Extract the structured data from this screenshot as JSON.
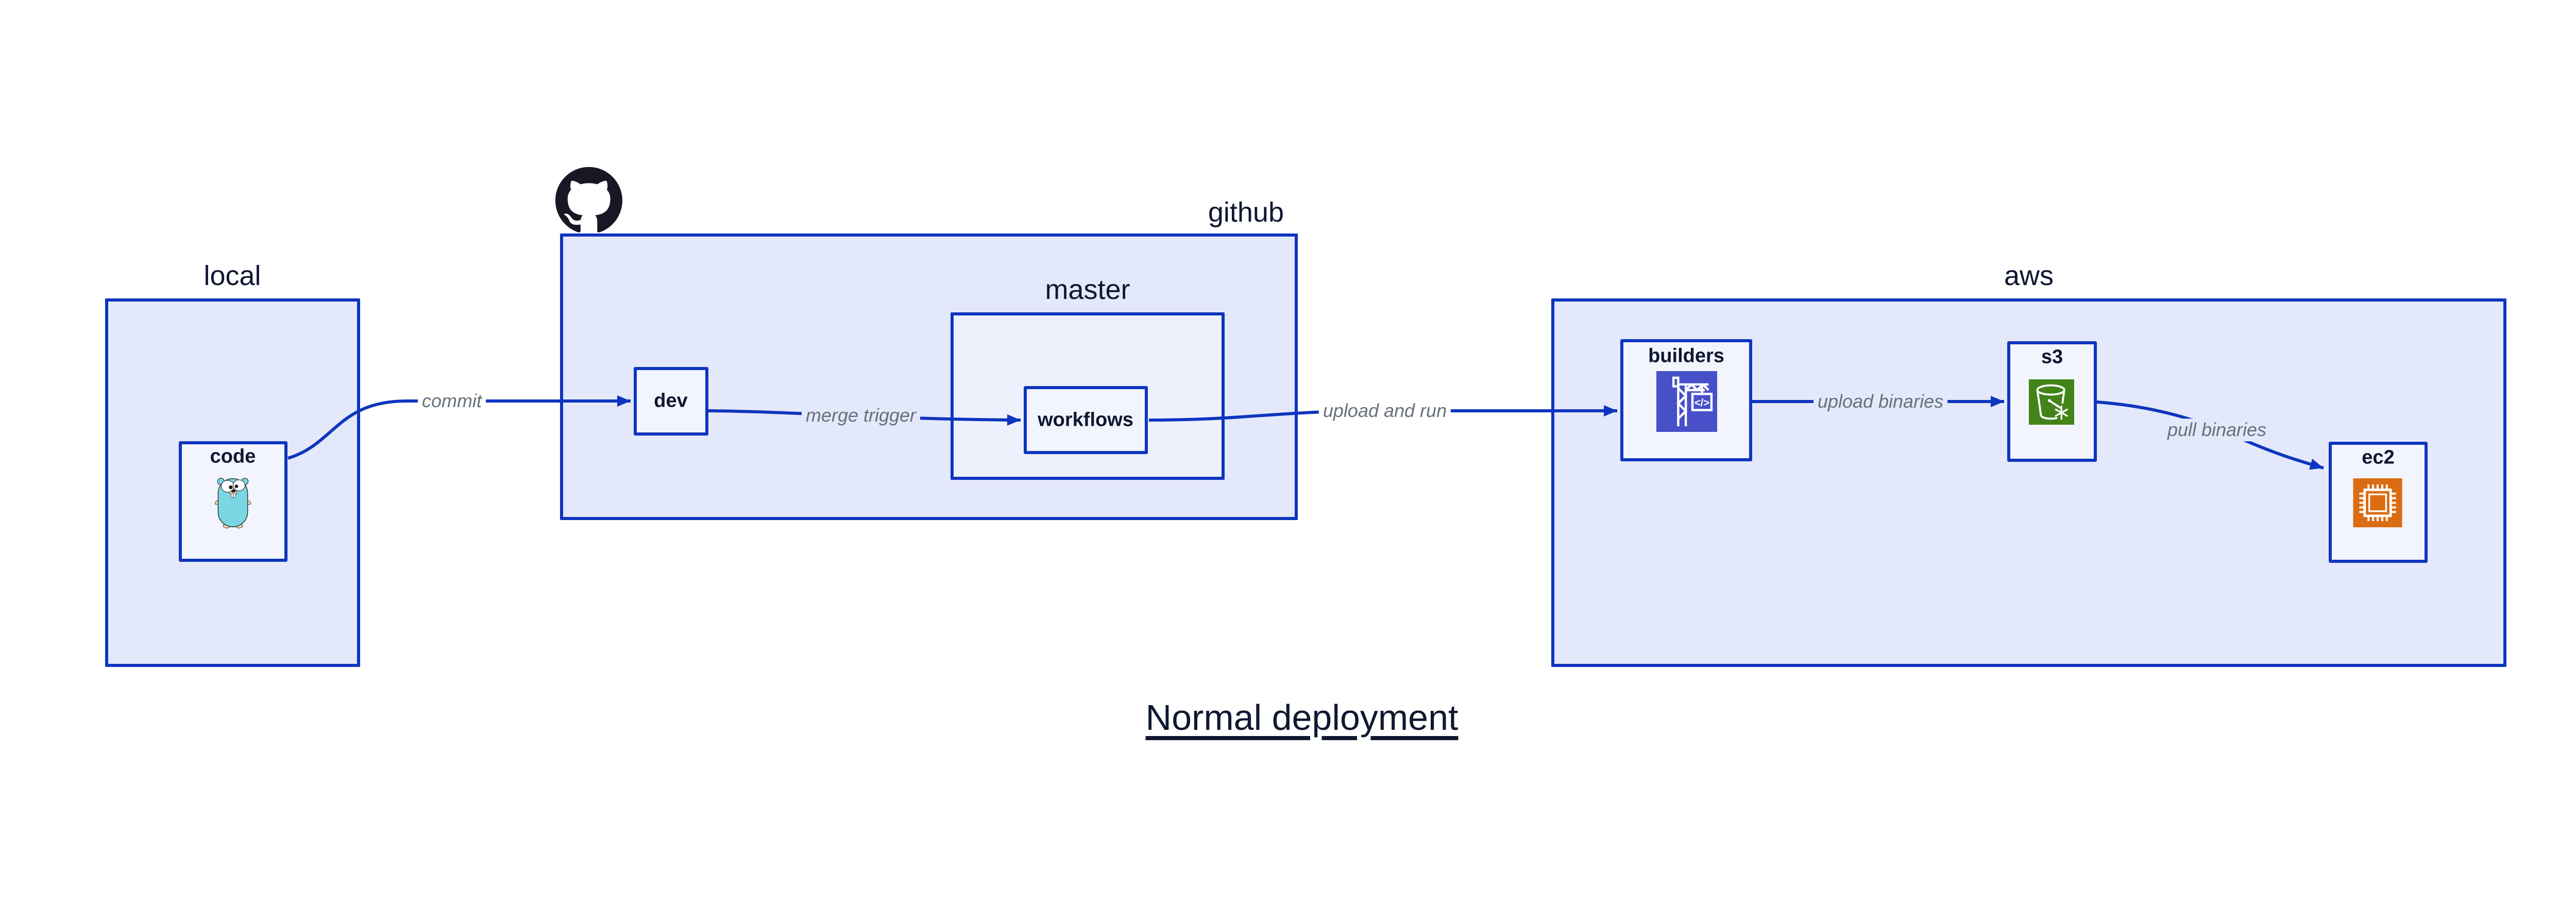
{
  "diagram_title": "Normal deployment",
  "containers": {
    "local": {
      "label": "local"
    },
    "github": {
      "label": "github"
    },
    "master": {
      "label": "master"
    },
    "aws": {
      "label": "aws"
    }
  },
  "nodes": {
    "code": {
      "label": "code"
    },
    "dev": {
      "label": "dev"
    },
    "workflows": {
      "label": "workflows"
    },
    "builders": {
      "label": "builders"
    },
    "s3": {
      "label": "s3"
    },
    "ec2": {
      "label": "ec2"
    }
  },
  "edges": {
    "commit": {
      "label": "commit"
    },
    "merge_trigger": {
      "label": "merge trigger"
    },
    "upload_and_run": {
      "label": "upload and run"
    },
    "upload_binaries": {
      "label": "upload binaries"
    },
    "pull_binaries": {
      "label": "pull binaries"
    }
  },
  "icons": {
    "github_logo": "github-octocat",
    "code_icon": "go-gopher",
    "builders_icon": "aws-codebuild-crane",
    "builders_icon_code_glyph": "</>",
    "s3_icon": "aws-s3-glacier-bucket",
    "ec2_icon": "aws-ec2-chip"
  },
  "colors": {
    "border_blue": "#0E35BF",
    "container_fill": "#E3E8FA",
    "node_fill": "#F2F5FD",
    "master_fill": "#EDF1FC",
    "edge_label_gray": "#697079",
    "text_dark": "#0F1630",
    "builders_icon_bg": "#4750C8",
    "s3_icon_bg": "#428419",
    "ec2_icon_bg": "#DB6C12",
    "gopher_teal": "#79D6E2"
  }
}
